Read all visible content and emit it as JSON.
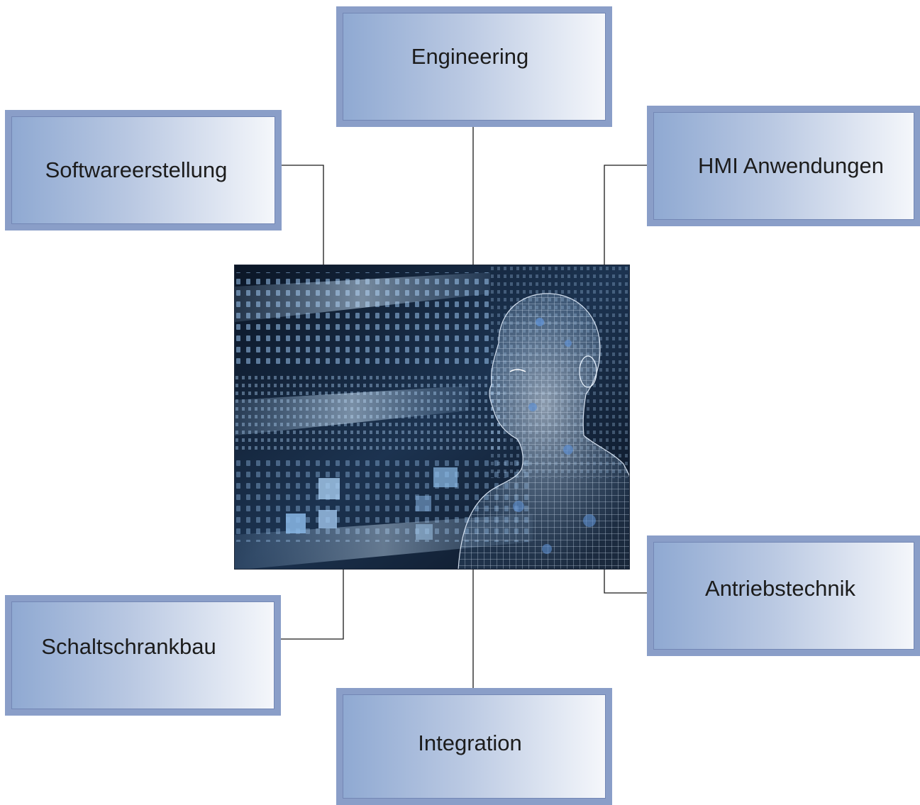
{
  "diagram": {
    "center_image": "digital-human-wireframe",
    "nodes": [
      {
        "id": "engineering",
        "label": "Engineering"
      },
      {
        "id": "software",
        "label": "Softwareerstellung"
      },
      {
        "id": "hmi",
        "label": "HMI Anwendungen"
      },
      {
        "id": "antrieb",
        "label": "Antriebstechnik"
      },
      {
        "id": "schalt",
        "label": "Schaltschrankbau"
      },
      {
        "id": "integration",
        "label": "Integration"
      }
    ],
    "colors": {
      "box_border": "#8a9ec8",
      "box_gradient_start": "#8fa9d2",
      "box_gradient_end": "#f5f7fb",
      "connector": "#1a1a1a"
    }
  }
}
